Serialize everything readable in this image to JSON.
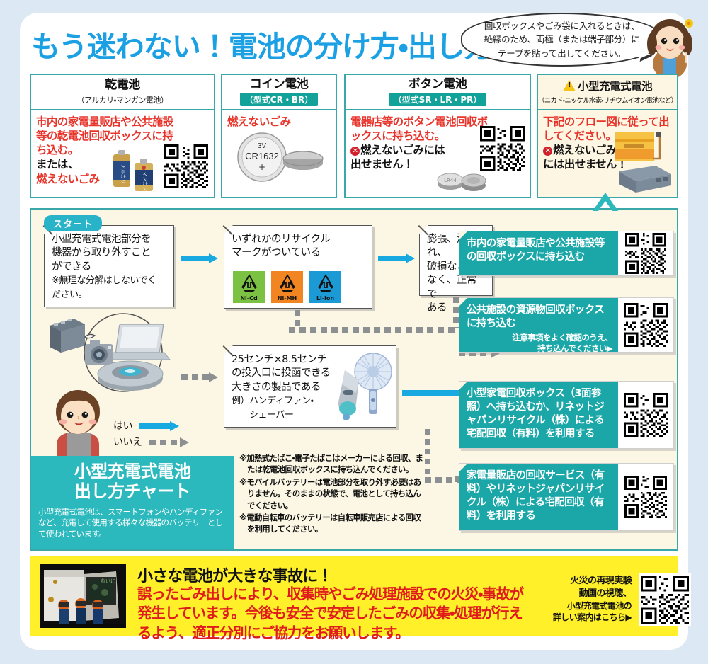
{
  "header": {
    "title": "もう迷わない！電池の分け方・出し方",
    "title_color": "#1ba0e4",
    "bubble_text": "回収ボックスやごみ袋に入れるときは、絶縁のため、両極（または端子部分）にテープを貼って出してください。"
  },
  "cards": [
    {
      "title": "乾電池",
      "subtitle": "（アルカリ・マンガン電池）",
      "subtitle_style": "plain",
      "body_lines": [
        {
          "text": "市内の家電量販店や公共施設",
          "color": "red"
        },
        {
          "text": "等の乾電池回収ボックスに持",
          "color": "red"
        },
        {
          "text": "ち込む。",
          "color": "red"
        },
        {
          "text": "または、",
          "color": "black"
        },
        {
          "text": "燃えないごみ",
          "color": "red"
        }
      ],
      "has_qr": true,
      "icon": "dry-cell-batteries"
    },
    {
      "title": "コイン電池",
      "subtitle": "（型式CR・BR）",
      "subtitle_style": "badge",
      "body_lines": [
        {
          "text": "燃えないごみ",
          "color": "red"
        }
      ],
      "has_qr": false,
      "icon": "coin-cell-battery",
      "coin_label_top": "3V",
      "coin_label_mid": "CR1632",
      "coin_label_bot": "+"
    },
    {
      "title": "ボタン電池",
      "subtitle": "（型式SR・LR・PR）",
      "subtitle_style": "badge",
      "body_lines": [
        {
          "text": "電器店等のボタン電池回収ボ",
          "color": "red"
        },
        {
          "text": "ックスに持ち込む。",
          "color": "red"
        },
        {
          "text": "✕燃えないごみには",
          "color": "black",
          "x": true
        },
        {
          "text": "出せません！",
          "color": "black"
        }
      ],
      "has_qr": true,
      "icon": "button-cell-battery"
    },
    {
      "title": "小型充電式電池",
      "title_warning": true,
      "subtitle": "（ニカド・ニッケル水素・リチウムイオン電池など）",
      "subtitle_style": "tiny",
      "body_lines": [
        {
          "text": "下記のフロー図に従って出",
          "color": "red"
        },
        {
          "text": "してください。",
          "color": "red"
        },
        {
          "text": "✕燃えないごみ",
          "color": "black",
          "x": true
        },
        {
          "text": "には出せません！",
          "color": "black"
        }
      ],
      "has_qr": false,
      "icon": "rechargeable-battery-pack"
    }
  ],
  "flow": {
    "start_badge": "スタート",
    "legend_yes": "はい",
    "legend_no": "いいえ",
    "boxes": [
      {
        "id": "start",
        "lines": [
          "小型充電式電池部分を",
          "機器から取り外すこと",
          "ができる"
        ],
        "note": [
          "※無理な分解はしないでく",
          "ださい。"
        ]
      },
      {
        "id": "recycle-mark",
        "lines": [
          "いずれかのリサイクル",
          "マークがついている"
        ],
        "marks": [
          {
            "label": "Ni-Cd",
            "color": "#7cc242"
          },
          {
            "label": "Ni-MH",
            "color": "#f08521"
          },
          {
            "label": "Li-ion",
            "color": "#1b9ad6"
          }
        ]
      },
      {
        "id": "condition",
        "lines": [
          "膨張、液漏れ、",
          "破損などが",
          "なく、正常で",
          "ある"
        ]
      },
      {
        "id": "size",
        "lines": [
          "25センチ×8.5センチ",
          "の投入口に投函できる",
          "大きさの製品である"
        ],
        "note": [
          "例）ハンディファン・",
          "　　シェーバー"
        ]
      }
    ],
    "chart_block": {
      "title_line1": "小型充電式電池",
      "title_line2": "出し方チャート",
      "description": "小型充電式電池は、スマートフォンやハンディファンなど、充電して使用する様々な機器のバッテリーとして使われています。"
    },
    "notes": [
      "※加熱式たばこ・電子たばこはメーカーによる回収、または乾電池回収ボックスに持ち込んでください。",
      "※モバイルバッテリーは電池部分を取り外す必要はありません。そのままの状態で、電池として持ち込んでください。",
      "※電動自転車のバッテリーは自転車販売店による回収を利用してください。"
    ],
    "results": [
      {
        "id": "result-1",
        "text": "市内の家電量販店や公共施設等の回収ボックスに持ち込む",
        "sub": "",
        "has_qr": true
      },
      {
        "id": "result-2",
        "text": "公共施設の資源物回収ボックスに持ち込む",
        "sub": "注意事項をよく確認のうえ、持ち込んでください▶",
        "has_qr": true
      },
      {
        "id": "result-3",
        "text": "小型家電回収ボックス（3面参照）へ持ち込むか、リネットジャパンリサイクル（株）による宅配回収（有料）を利用する",
        "sub": "",
        "has_qr": true
      },
      {
        "id": "result-4",
        "text": "家電量販店の回収サービス（有料）やリネットジャパンリサイクル（株）による宅配回収（有料）を利用する",
        "sub": "",
        "has_qr": true
      }
    ]
  },
  "warning": {
    "title": "小さな電池が大きな事故に！",
    "body": "誤ったごみ出しにより、収集時やごみ処理施設での火災・事故が発生しています。今後も安全で安定したごみの収集・処理が行えるよう、適正分別にご協力をお願いします。",
    "right_line1": "火災の再現実験",
    "right_line2": "動画の視聴、",
    "right_line3": "小型充電式電池の",
    "right_line4": "詳しい案内はこちら▶",
    "bg_color": "#fff02a",
    "text_color": "#e01b1b"
  },
  "colors": {
    "teal": "#1ba7a8",
    "teal_border": "#3aa8a8",
    "blue_arrow": "#17a9e0",
    "gray_arrow": "#8d9093",
    "cream": "#fcf7e4",
    "page_bg": "#dce9f5"
  }
}
